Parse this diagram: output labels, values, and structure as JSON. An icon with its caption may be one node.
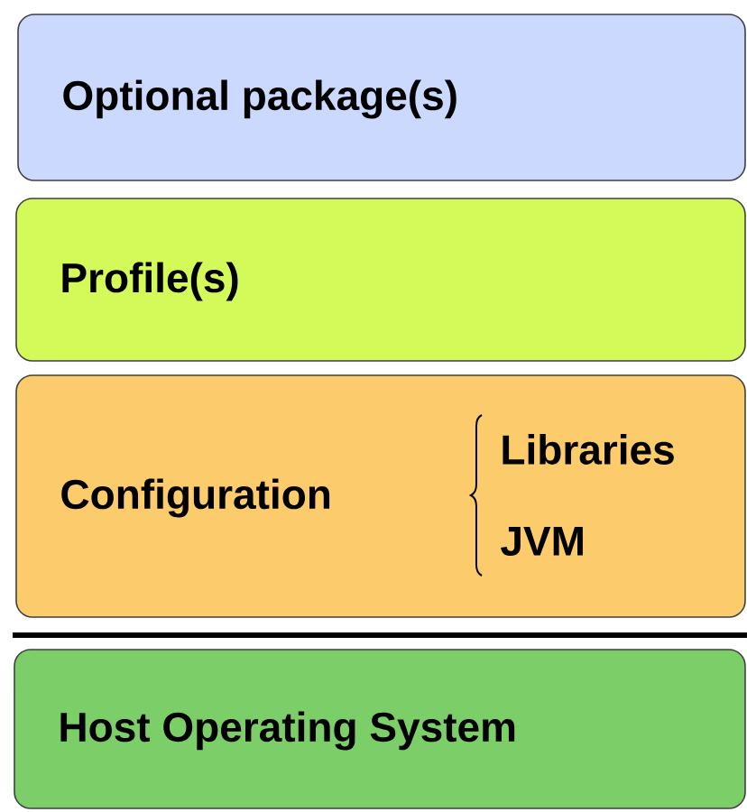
{
  "diagram": {
    "nodes": [
      {
        "text": [
          "Optional package(s)"
        ]
      },
      {
        "text": [
          "Profile(s)"
        ]
      },
      {
        "text": [
          "Configuration",
          "Libraries",
          "JVM"
        ]
      },
      {
        "text": [
          "Host Operating System"
        ]
      }
    ]
  }
}
